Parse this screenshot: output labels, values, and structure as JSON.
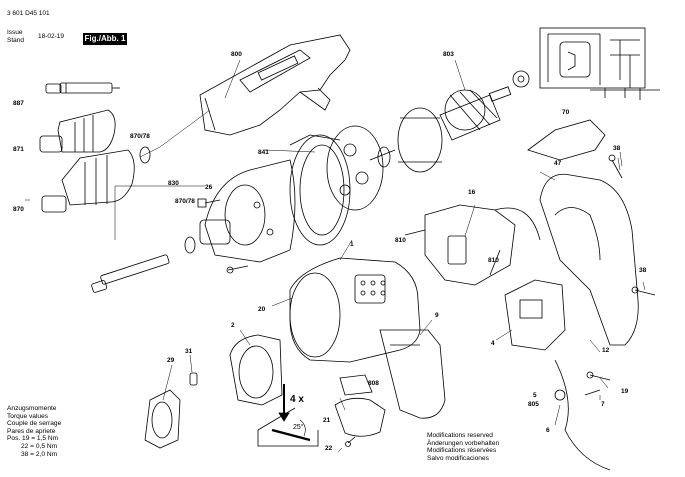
{
  "header": {
    "doc_number": "3 601 D45 101",
    "issue_label": "Issue",
    "stand_label": "Stand",
    "date": "18-02-19",
    "fig_label": "Fig./Abb. 1"
  },
  "part_labels": [
    "800",
    "803",
    "887",
    "870/78",
    "871",
    "70",
    "841",
    "830",
    "26",
    "38",
    "870",
    "870/78",
    "1",
    "16",
    "810",
    "810",
    "47",
    "20",
    "9",
    "38",
    "2",
    "4",
    "31",
    "29",
    "808",
    "12",
    "5",
    "805",
    "19",
    "7",
    "21",
    "22",
    "6"
  ],
  "torque_notes": [
    "Anzugsmomente",
    "Torque values",
    "Couple de serrage",
    "Pares de apriete",
    "Pos. 19 = 1,5 Nm",
    "22 = 0,5 Nm",
    "38 = 2,0 Nm"
  ],
  "modification_notes": [
    "Modifications reserved",
    "Änderungen vorbehalten",
    "Modifications réservées",
    "Salvo modificaciones"
  ],
  "callout": {
    "count": "4 x",
    "angle": "25°"
  }
}
